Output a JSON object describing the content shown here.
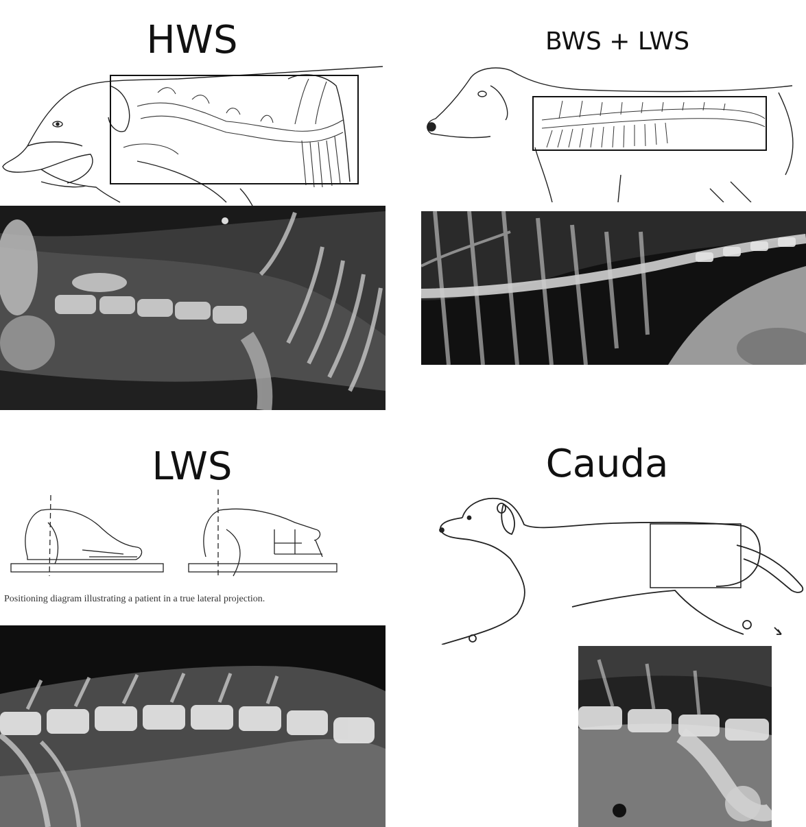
{
  "sections": {
    "hws": {
      "title": "HWS"
    },
    "bws": {
      "title": "BWS + LWS"
    },
    "lws": {
      "title": "LWS",
      "caption": "Positioning diagram illustrating a patient in a true lateral projection."
    },
    "cauda": {
      "title": "Cauda"
    }
  },
  "colors": {
    "xray_background": "#151515",
    "bone": "#e6e6e6",
    "line": "#222222"
  },
  "icons": [
    "dog-drawing",
    "spine-frame",
    "xray-image",
    "table-diagram"
  ]
}
